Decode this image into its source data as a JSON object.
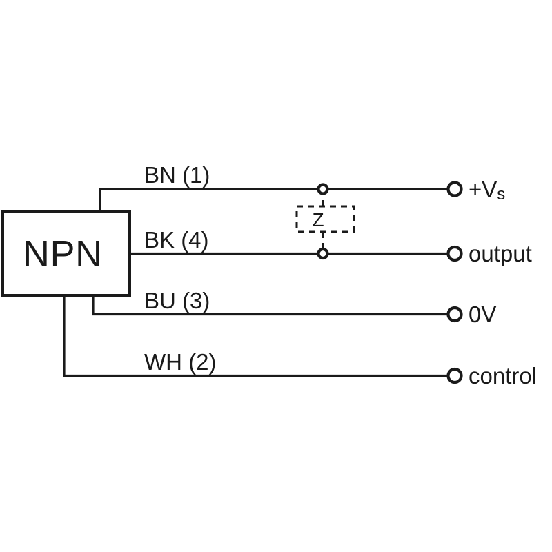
{
  "diagram": {
    "type": "sensor-wiring-schematic",
    "device": {
      "label": "NPN"
    },
    "suppressor": {
      "label": "Z",
      "style": "dashed-optional"
    },
    "wires": [
      {
        "label": "BN (1)",
        "color_code": "BN",
        "pin": "1",
        "terminal": "+Vs"
      },
      {
        "label": "BK (4)",
        "color_code": "BK",
        "pin": "4",
        "terminal": "output"
      },
      {
        "label": "BU (3)",
        "color_code": "BU",
        "pin": "3",
        "terminal": "0V"
      },
      {
        "label": "WH (2)",
        "color_code": "WH",
        "pin": "2",
        "terminal": "control"
      }
    ],
    "terminals": [
      {
        "label": "+V",
        "subscript": "s",
        "full": "+Vs"
      },
      {
        "label": "output",
        "subscript": "",
        "full": "output"
      },
      {
        "label": "0V",
        "subscript": "",
        "full": "0V"
      },
      {
        "label": "control",
        "subscript": "",
        "full": "control"
      }
    ],
    "colors": {
      "line": "#1a1a1a",
      "background": "#ffffff",
      "text": "#1a1a1a"
    }
  }
}
